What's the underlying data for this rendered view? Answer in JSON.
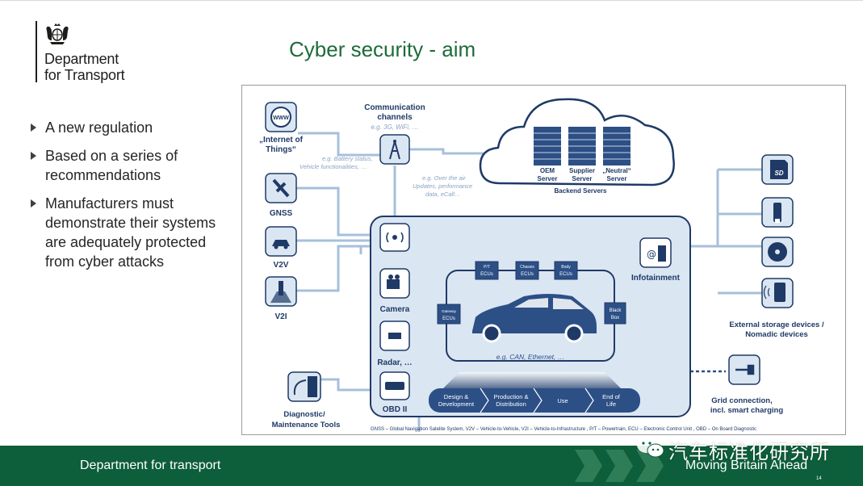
{
  "logo": {
    "line1": "Department",
    "line2": "for Transport",
    "crest_icon": "royal-crest-icon"
  },
  "title": "Cyber security - aim",
  "bullets": [
    "A new regulation",
    "Based on a series of recommendations",
    "Manufacturers must demonstrate their systems are adequately protected from cyber attacks"
  ],
  "diagram": {
    "left_nodes": {
      "internet": "„Internet of Things“",
      "gnss": "GNSS",
      "v2v": "V2V",
      "v2i": "V2I"
    },
    "comm": {
      "title": "Communication channels",
      "sub": "e.g. 3G, WiFi, …"
    },
    "notes": {
      "battery": "e.g. Battery status, Vehicle functionalities, …",
      "ota": "e.g. Over the air Updates, performance data, eCall…"
    },
    "servers": {
      "oem": "OEM Server",
      "supplier": "Supplier Server",
      "neutral": "„Neutral“ Server",
      "caption": "Backend Servers"
    },
    "vehicle": {
      "camera": "Camera",
      "radar": "Radar, …",
      "obd": "OBD II",
      "infotainment": "Infotainment",
      "pt_ecus": "P/T ECUs",
      "chassis_ecus": "Chassis ECUs",
      "body_ecus": "Body ECUs",
      "gateway_ecus": "Gateway ECUs",
      "black_box": "Black Box",
      "bus": "e.g. CAN, Ethernet, …"
    },
    "lifecycle": [
      "Design & Development",
      "Production & Distribution",
      "Use",
      "End of Life"
    ],
    "right": {
      "storage": "External storage devices / Nomadic devices",
      "sd": "SD",
      "grid": "Grid connection, incl. smart charging"
    },
    "diagnostic": "Diagnostic/ Maintenance Tools",
    "footnote": "GNSS – Global Navigation Satelite System, V2V – Vehicle-to-Vehicle, V2I – Vehicle-to-Infrastructure , P/T – Powertrain, ECU – Electronic Control Unit , OBD – On Board Diagnostic",
    "colors": {
      "line": "#a7bfdb",
      "dark": "#1f3a66",
      "fill": "#dbe6f3",
      "accent": "#2c4f86"
    }
  },
  "footer": {
    "left": "Department for transport",
    "right": "Moving Britain Ahead",
    "page": "14"
  },
  "watermark": {
    "text": "汽车标准化研究所",
    "icon": "wechat-icon"
  }
}
